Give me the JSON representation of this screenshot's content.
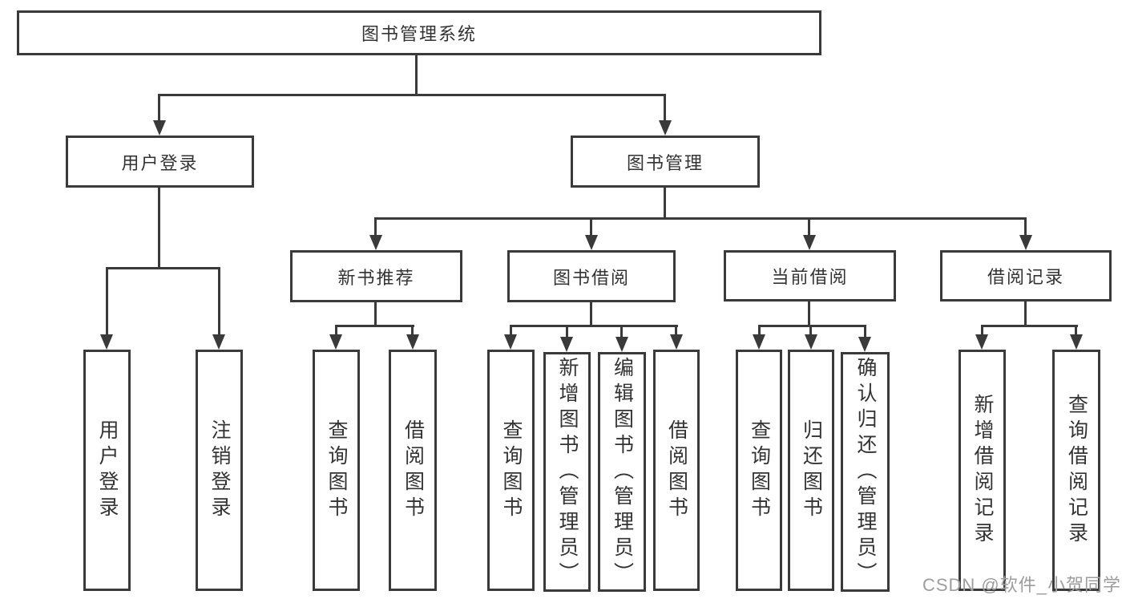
{
  "diagram": {
    "title": "图书管理系统",
    "level2": [
      {
        "label": "用户登录"
      },
      {
        "label": "图书管理"
      }
    ],
    "level3": [
      {
        "label": "新书推荐"
      },
      {
        "label": "图书借阅"
      },
      {
        "label": "当前借阅"
      },
      {
        "label": "借阅记录"
      }
    ],
    "leaves": {
      "user_login": [
        {
          "label": "用户登录"
        },
        {
          "label": "注销登录"
        }
      ],
      "new_book_recommend": [
        {
          "label": "查询图书"
        },
        {
          "label": "借阅图书"
        }
      ],
      "book_borrowing": [
        {
          "label": "查询图书"
        },
        {
          "label": "新增图书（管理员）"
        },
        {
          "label": "编辑图书（管理员）"
        },
        {
          "label": "借阅图书"
        }
      ],
      "current_borrowing": [
        {
          "label": "查询图书"
        },
        {
          "label": "归还图书"
        },
        {
          "label": "确认归还（管理员）"
        }
      ],
      "borrowing_records": [
        {
          "label": "新增借阅记录"
        },
        {
          "label": "查询借阅记录"
        }
      ]
    },
    "colors": {
      "line": "#3a3a3a",
      "text": "#333333",
      "background": "#ffffff",
      "watermark": "#9d9d9d"
    },
    "watermark": "CSDN @软件_小贺同学"
  }
}
